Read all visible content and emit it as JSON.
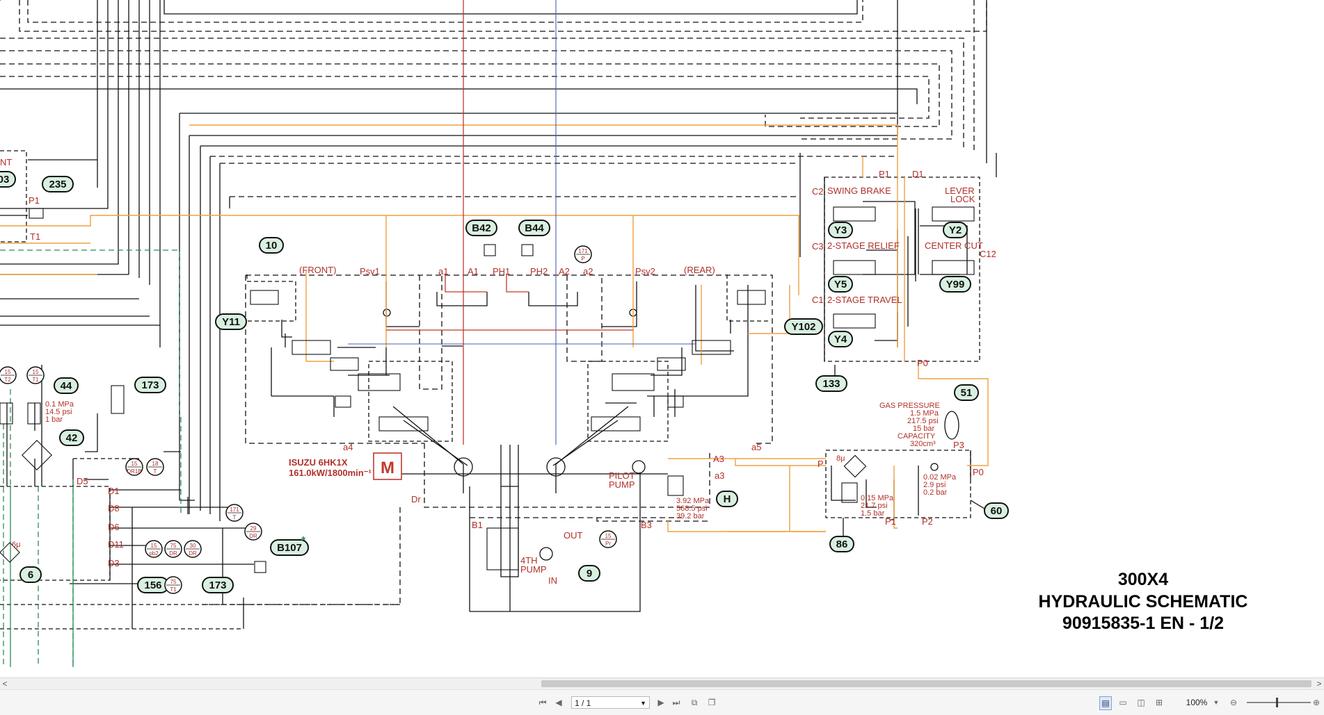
{
  "document": {
    "title_line1": "300X4",
    "title_line2": "HYDRAULIC SCHEMATIC",
    "title_line3": "90915835-1 EN - 1/2"
  },
  "components": {
    "tags": [
      "10",
      "Y11",
      "B42",
      "B44",
      "Y102",
      "235",
      "03",
      "44",
      "42",
      "173",
      "6",
      "H",
      "9",
      "86",
      "60",
      "51",
      "133",
      "Y3",
      "Y2",
      "Y5",
      "Y99",
      "Y4",
      "B107",
      "156",
      "173"
    ],
    "engine_label": "M",
    "engine_model": "ISUZU  6HK1X",
    "engine_power": "161.0kW/1800min⁻¹",
    "pilot_pump": [
      "PILOT",
      "PUMP"
    ],
    "fourth_pump": [
      "4TH",
      "PUMP"
    ],
    "front": "(FRONT)",
    "rear": "(REAR)",
    "ports": {
      "psv1": "Psv1",
      "psv2": "Psv2",
      "a1": "a1",
      "A1": "A1",
      "PH1": "PH1",
      "PH2": "PH2",
      "A2": "A2",
      "a2": "a2",
      "a4": "a4",
      "a5": "a5",
      "A3": "A3",
      "a3": "a3",
      "B1": "B1",
      "B3": "B3",
      "Dr": "Dr",
      "OUT": "OUT",
      "IN": "IN",
      "P1": "P1",
      "T1": "T1",
      "P": "P",
      "P0": "P0",
      "P1b": "P1",
      "P2": "P2",
      "P3": "P3",
      "D1": "D1",
      "D8": "D8",
      "D6": "D6",
      "D11": "D11",
      "D3": "D3",
      "D5": "D5",
      "C1": "C1",
      "C2": "C2",
      "C3": "C3",
      "C12": "C12",
      "D1top": "D1",
      "P1top": "P1",
      "P0right": "P0"
    },
    "solenoid_labels": {
      "swing_brake": "SWING BRAKE",
      "lever_lock1": "LEVER",
      "lever_lock2": "LOCK",
      "relief": "2-STAGE RELIEF",
      "center_cut": "CENTER CUT",
      "travel": "2-STAGE TRAVEL"
    },
    "pilot_relief": [
      "3.92 MPa",
      "568.5 psi",
      "39.2 bar"
    ],
    "low_relief": [
      "0.1 MPa",
      "14.5 psi",
      "1 bar"
    ],
    "filter_relief": [
      "0.15 MPa",
      "21.7 psi",
      "1.5 bar"
    ],
    "check_relief": [
      "0.02 MPa",
      "2.9 psi",
      "0.2 bar"
    ],
    "accumulator": [
      "GAS PRESSURE",
      "1.5 MPa",
      "217.5 psi",
      "15 bar",
      "CAPACITY",
      "320cm³"
    ],
    "filter_rating": "8μ",
    "filter_rating_left": "6μ",
    "gauges": {
      "g171p": [
        "171",
        "P"
      ],
      "g15pr": [
        "15",
        "Pr"
      ],
      "g15t2": [
        "15",
        "T2"
      ],
      "g15t1": [
        "15",
        "T1"
      ],
      "g15dr1b": [
        "15",
        "DR1B"
      ],
      "g18t": [
        "18",
        "T"
      ],
      "g171t": [
        "171",
        "T"
      ],
      "g29dr": [
        "29",
        "DR"
      ],
      "g15pb2": [
        "15",
        "pb2"
      ],
      "g75dr": [
        "75",
        "DR"
      ],
      "g30dr": [
        "30",
        "DR"
      ],
      "g75t1": [
        "75",
        "T1"
      ]
    },
    "asterisk": "*",
    "partial_left": "NT"
  },
  "viewer": {
    "page_field": "1 / 1",
    "zoom": "100%",
    "scroll_left": "<",
    "scroll_right": ">"
  },
  "colors": {
    "hydraulic_red": "#c0392b",
    "pilot_orange": "#f0a040",
    "drain_green": "#2e8b57",
    "tag_fill": "#d9f0e1",
    "tag_stroke": "#111111"
  }
}
